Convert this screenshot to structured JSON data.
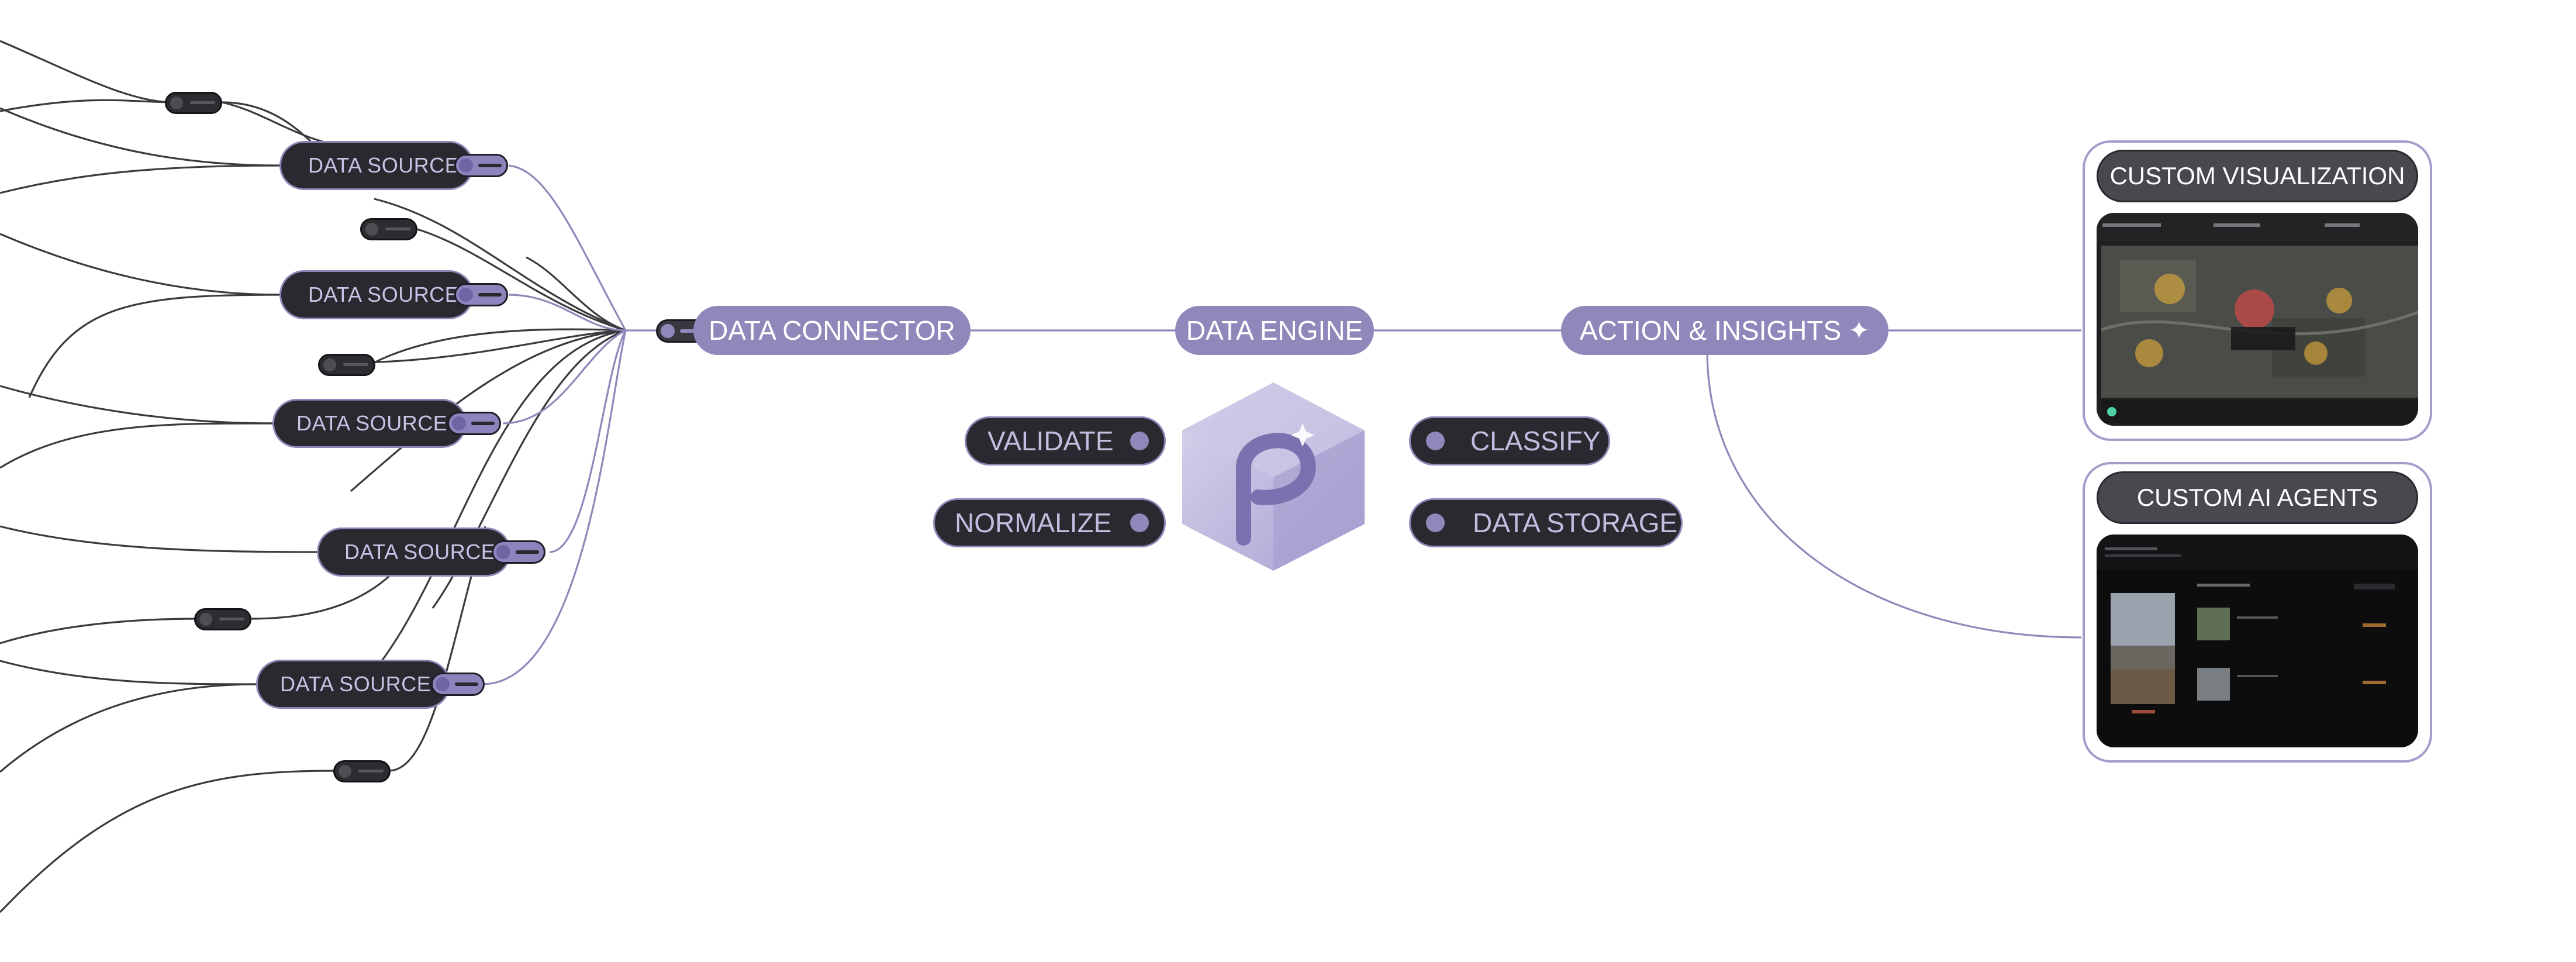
{
  "colors": {
    "accent": "#8f88bb",
    "dark_pill": "#2b2830",
    "wire_dark": "#3b3a3e",
    "wire_accent": "#8f88bb"
  },
  "sources": {
    "labels": [
      "DATA SOURCE",
      "DATA SOURCE",
      "DATA SOURCE",
      "DATA SOURCE",
      "DATA SOURCE"
    ]
  },
  "pipeline": {
    "connector": "DATA CONNECTOR",
    "engine": "DATA ENGINE",
    "insights": "ACTION & INSIGHTS",
    "insights_icon": "sparkle-icon"
  },
  "operations": {
    "validate": "VALIDATE",
    "normalize": "NORMALIZE",
    "classify": "CLASSIFY",
    "storage": "DATA STORAGE"
  },
  "logo": {
    "icon": "p-logo-hexagon-icon",
    "glyph": "P"
  },
  "outputs": {
    "visualization": {
      "title": "CUSTOM VISUALIZATION",
      "icon": "map-dashboard-screenshot"
    },
    "agents": {
      "title": "CUSTOM AI AGENTS",
      "icon": "agent-dashboard-screenshot"
    }
  }
}
